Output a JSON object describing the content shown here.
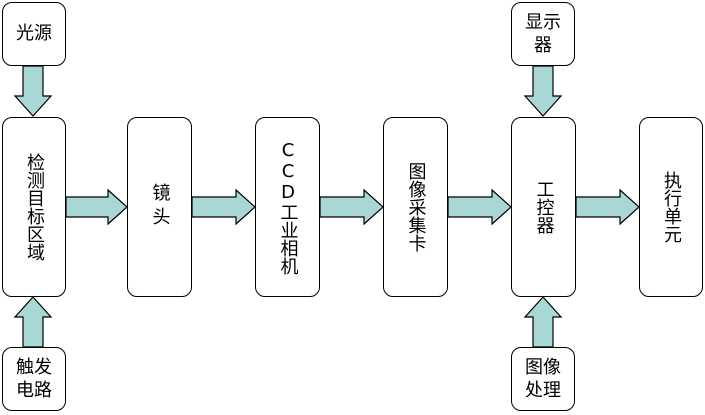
{
  "diagram": {
    "nodes": {
      "light_source": "光源",
      "detection_area": "检测目标区域",
      "trigger_circuit": "触发\n电路",
      "lens": "镜头",
      "ccd_camera": "CCD工业相机",
      "capture_card": "图像采集卡",
      "controller": "工控器",
      "display": "显示\n器",
      "image_processing": "图像\n处理",
      "execution_unit": "执行单元"
    },
    "edges": [
      {
        "from": "light_source",
        "to": "detection_area"
      },
      {
        "from": "trigger_circuit",
        "to": "detection_area"
      },
      {
        "from": "detection_area",
        "to": "lens"
      },
      {
        "from": "lens",
        "to": "ccd_camera"
      },
      {
        "from": "ccd_camera",
        "to": "capture_card"
      },
      {
        "from": "capture_card",
        "to": "controller"
      },
      {
        "from": "display",
        "to": "controller"
      },
      {
        "from": "image_processing",
        "to": "controller"
      },
      {
        "from": "controller",
        "to": "execution_unit"
      }
    ],
    "arrow_fill": "#a9d7d6"
  }
}
